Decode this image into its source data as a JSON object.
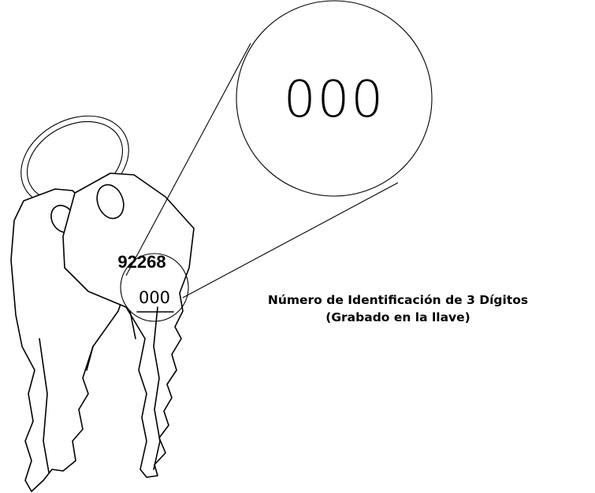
{
  "key": {
    "code": "92268",
    "id_number": "000"
  },
  "zoom": {
    "text": "000"
  },
  "caption": {
    "line1": "Número de Identificación de 3 Dígitos",
    "line2": "(Grabado en la llave)"
  }
}
